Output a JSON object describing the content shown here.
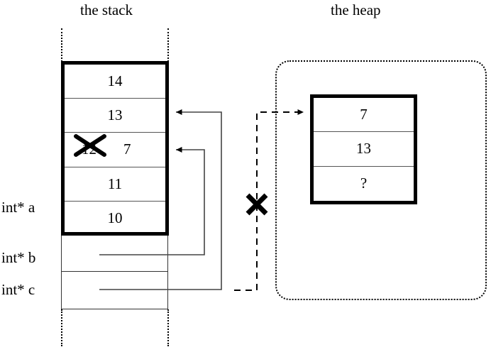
{
  "titles": {
    "stack": "the stack",
    "heap": "the heap"
  },
  "stack": {
    "cells": [
      {
        "value": "14",
        "crossed": false
      },
      {
        "value": "13",
        "crossed": false
      },
      {
        "value": "12",
        "crossed": true,
        "replacement": "7"
      },
      {
        "value": "11",
        "crossed": false
      },
      {
        "value": "10",
        "crossed": false
      }
    ],
    "locals": [
      {
        "label": "int* b"
      },
      {
        "label": "int* c"
      }
    ],
    "labels": {
      "a": "int* a",
      "b": "int* b",
      "c": "int* c"
    }
  },
  "heap": {
    "cells": [
      {
        "value": "7"
      },
      {
        "value": "13"
      },
      {
        "value": "?"
      }
    ]
  },
  "annotations": {
    "invalidated_pointer_mark": "✕",
    "crossed_value_mark": "✕"
  },
  "colors": {
    "ink": "#000000",
    "background": "#ffffff",
    "thin_rule": "#555555",
    "connector": "#444444"
  }
}
